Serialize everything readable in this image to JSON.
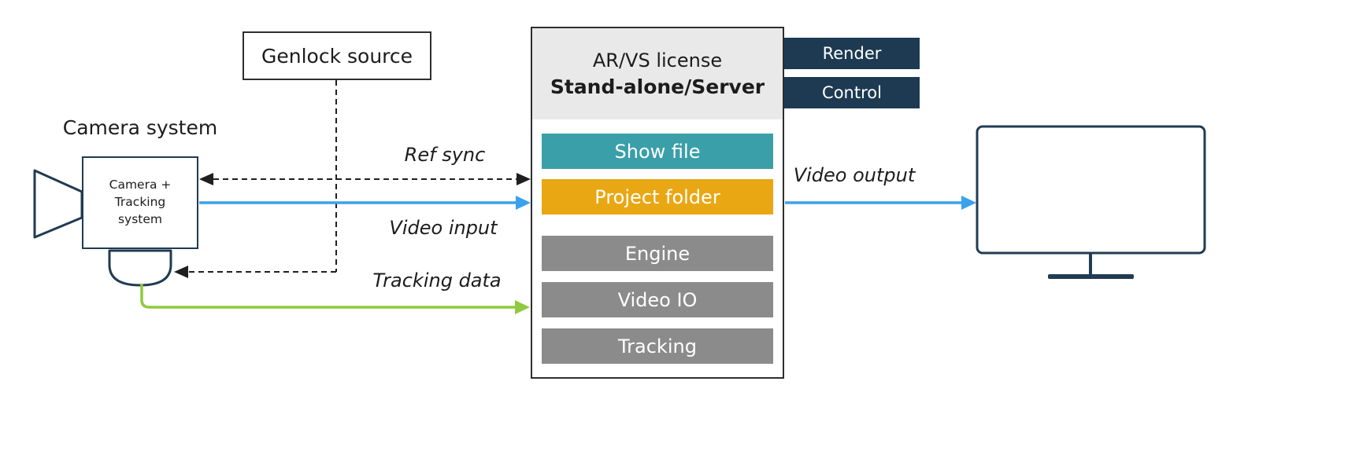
{
  "diagram": {
    "genlock": {
      "label": "Genlock source"
    },
    "camera": {
      "title": "Camera system",
      "label": "Camera + Tracking system"
    },
    "server": {
      "title": "AR/VS license",
      "subtitle": "Stand-alone/Server",
      "blocks": [
        {
          "label": "Show file",
          "color": "#3a9fa8"
        },
        {
          "label": "Project folder",
          "color": "#e9a713"
        },
        {
          "label": "Engine",
          "color": "#8b8b8b"
        },
        {
          "label": "Video IO",
          "color": "#8b8b8b"
        },
        {
          "label": "Tracking",
          "color": "#8b8b8b"
        }
      ]
    },
    "tabs": [
      {
        "label": "Render"
      },
      {
        "label": "Control"
      }
    ],
    "edges": [
      {
        "id": "ref-sync",
        "label": "Ref sync",
        "style": "dashed",
        "color": "#1f1f1f"
      },
      {
        "id": "video-input",
        "label": "Video input",
        "style": "solid",
        "color": "#3ba1ec"
      },
      {
        "id": "tracking-data",
        "label": "Tracking data",
        "style": "solid",
        "color": "#8fca3f"
      },
      {
        "id": "video-output",
        "label": "Video output",
        "style": "solid",
        "color": "#3ba1ec"
      }
    ],
    "colors": {
      "tab_bg": "#1d3a52",
      "server_header_bg": "#e9e9e9",
      "outline_navy": "#213c53"
    }
  }
}
